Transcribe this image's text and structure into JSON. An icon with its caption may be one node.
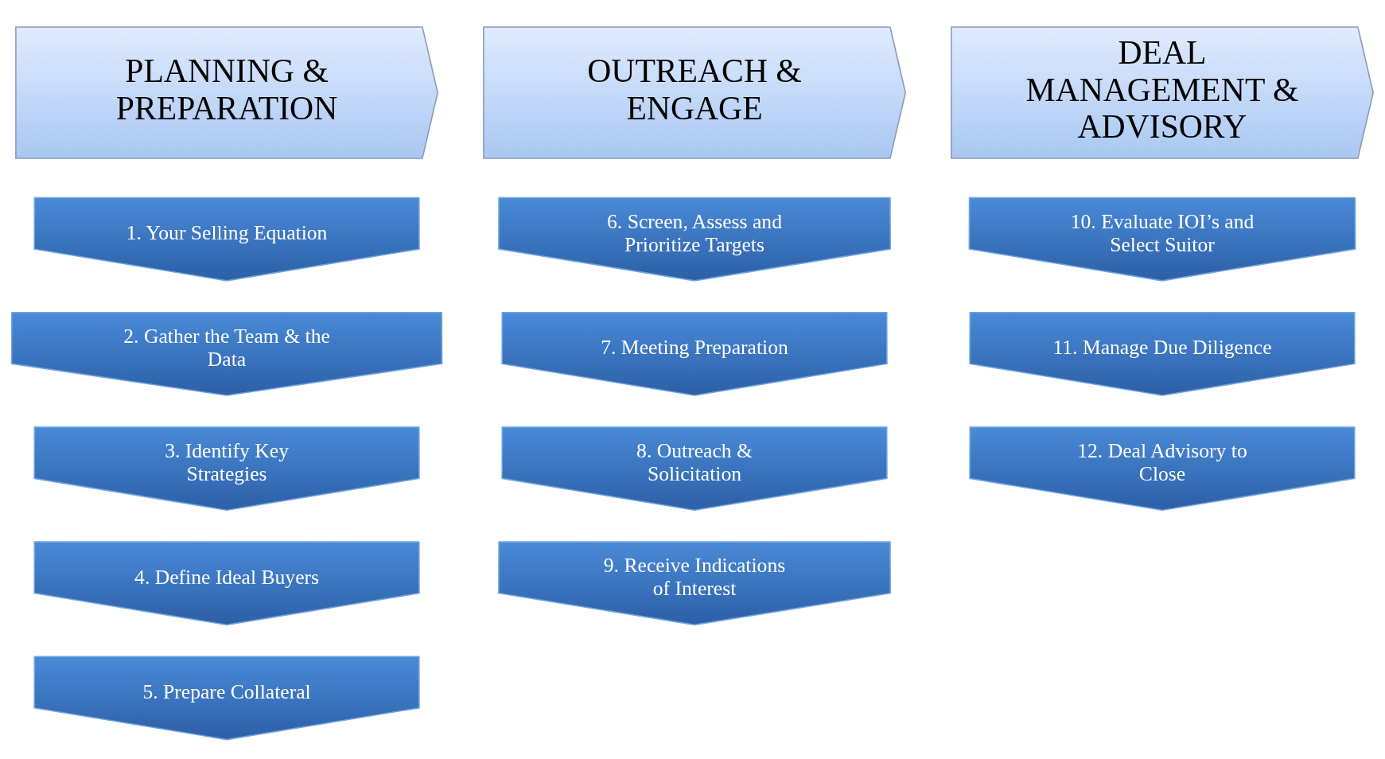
{
  "diagram": {
    "nodes": [
      {
        "text": [
          "PLANNING & PREPARATION"
        ]
      },
      {
        "text": [
          "OUTREACH & ENGAGE"
        ]
      },
      {
        "text": [
          "DEAL MANAGEMENT & ADVISORY"
        ]
      },
      {
        "text": [
          "1. Your Selling Equation"
        ]
      },
      {
        "text": [
          "2. Gather the Team & the Data"
        ]
      },
      {
        "text": [
          "3. Identify Key Strategies"
        ]
      },
      {
        "text": [
          "4. Define Ideal Buyers"
        ]
      },
      {
        "text": [
          "5. Prepare Collateral"
        ]
      },
      {
        "text": [
          "6. Screen, Assess and Prioritize Targets"
        ]
      },
      {
        "text": [
          "7. Meeting Preparation"
        ]
      },
      {
        "text": [
          "8. Outreach & Solicitation"
        ]
      },
      {
        "text": [
          "9. Receive Indications of Interest"
        ]
      },
      {
        "text": [
          "10. Evaluate IOI’s and Select Suitor"
        ]
      },
      {
        "text": [
          "11. Manage Due Diligence"
        ]
      },
      {
        "text": [
          "12. Deal Advisory to Close"
        ]
      }
    ],
    "edges": []
  }
}
